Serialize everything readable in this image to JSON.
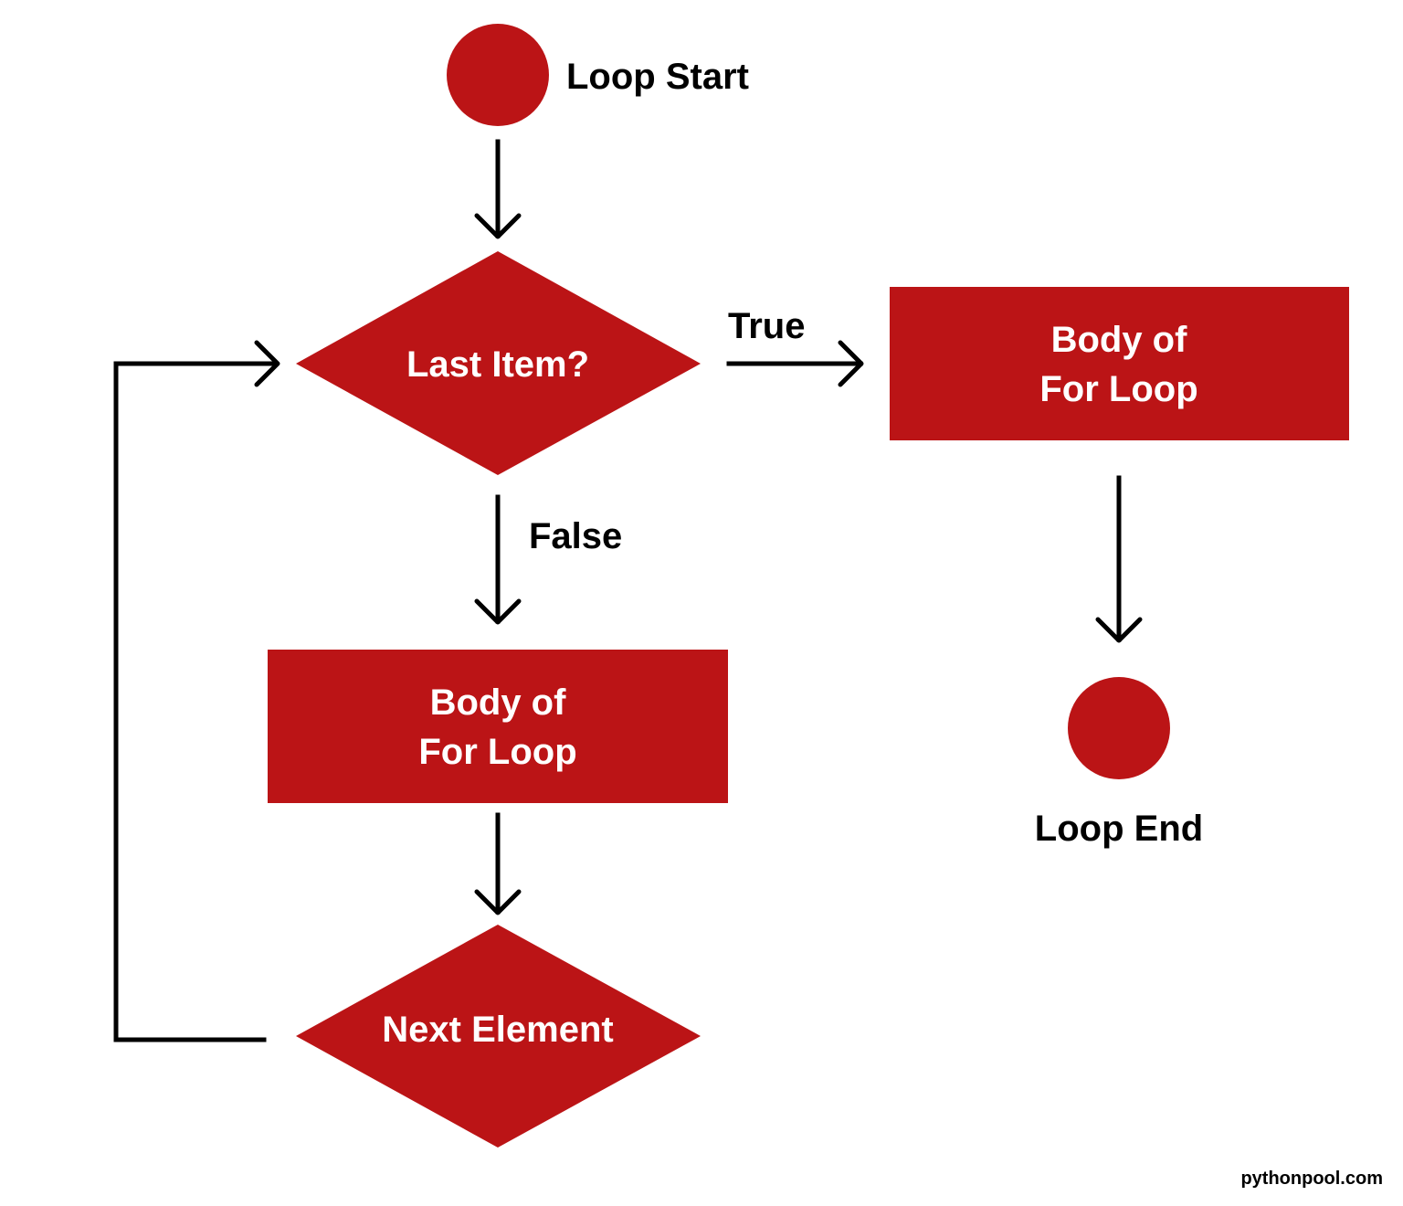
{
  "colors": {
    "node_fill": "#bb1416",
    "line": "#000000",
    "background": "#ffffff"
  },
  "nodes": {
    "loop_start": {
      "shape": "circle",
      "label": "Loop Start"
    },
    "last_item": {
      "shape": "diamond",
      "label": "Last Item?"
    },
    "body_true": {
      "shape": "rectangle",
      "line1": "Body of",
      "line2": "For Loop"
    },
    "body_false": {
      "shape": "rectangle",
      "line1": "Body of",
      "line2": "For Loop"
    },
    "next_element": {
      "shape": "diamond",
      "label": "Next Element"
    },
    "loop_end": {
      "shape": "circle",
      "label": "Loop End"
    }
  },
  "edges": {
    "true_label": "True",
    "false_label": "False"
  },
  "watermark": "pythonpool.com"
}
